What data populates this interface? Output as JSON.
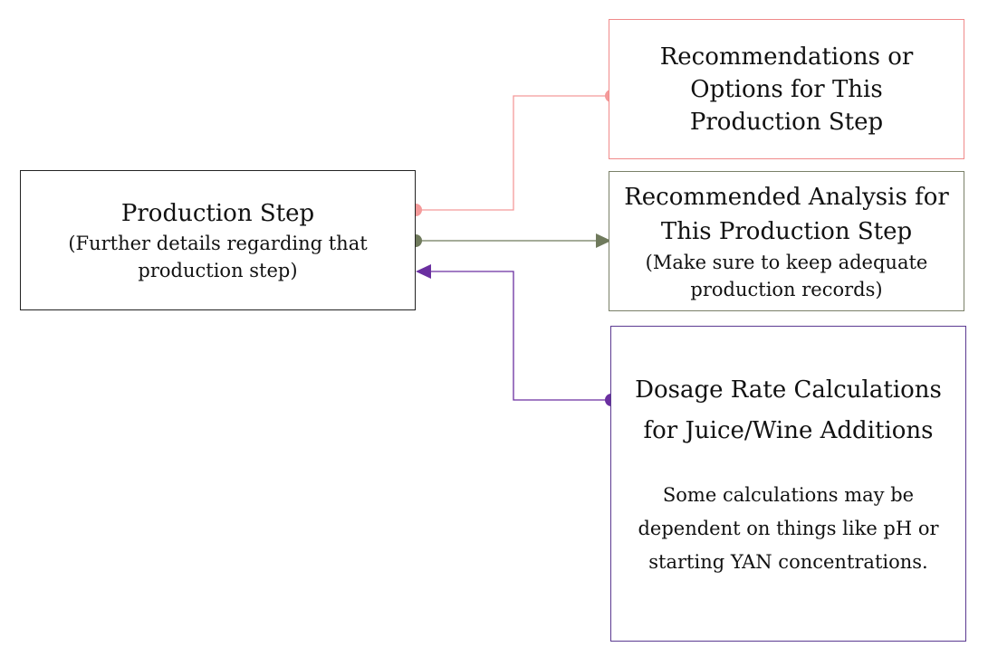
{
  "diagram": {
    "production_step": {
      "title": "Production Step",
      "subtitle": "(Further details regarding that production step)"
    },
    "recommendations": {
      "title": "Recommendations or Options for This Production Step"
    },
    "analysis": {
      "title": "Recommended Analysis for This Production Step",
      "subtitle": "(Make sure to keep adequate production records)"
    },
    "dosage": {
      "title": "Dosage Rate Calculations for Juice/Wine Additions",
      "body": "Some calculations may be dependent on things like pH or starting YAN concentrations."
    }
  },
  "colors": {
    "recommendations": "#f49a9a",
    "analysis": "#6f7a5c",
    "dosage": "#6a2fa0",
    "step_border": "#222222"
  }
}
